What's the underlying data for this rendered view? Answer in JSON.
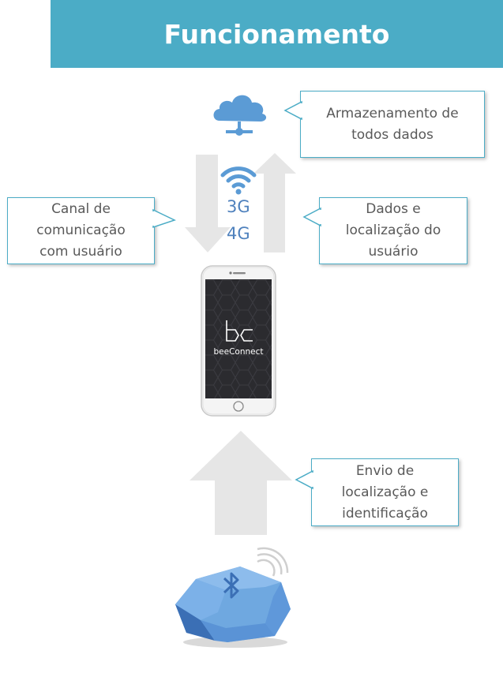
{
  "title": "Funcionamento",
  "callouts": {
    "storage": "Armazenamento de\ntodos dados",
    "channel": "Canal de\ncomunicação\ncom usuário",
    "user_data": "Dados e\nlocalização do\nusuário",
    "sending": "Envio de\nlocalização e\nidentificação"
  },
  "network": {
    "g3": "3G",
    "g4": "4G"
  },
  "phone": {
    "app_name": "beeConnect"
  },
  "colors": {
    "header": "#4bacc6",
    "callout_border": "#4bacc6",
    "cloud": "#5b9bd5",
    "arrow": "#e6e6e6",
    "beacon": "#6fa8e0",
    "phone_screen": "#2b2b2f"
  },
  "icons": [
    "cloud-server-icon",
    "wifi-icon",
    "bluetooth-icon"
  ]
}
